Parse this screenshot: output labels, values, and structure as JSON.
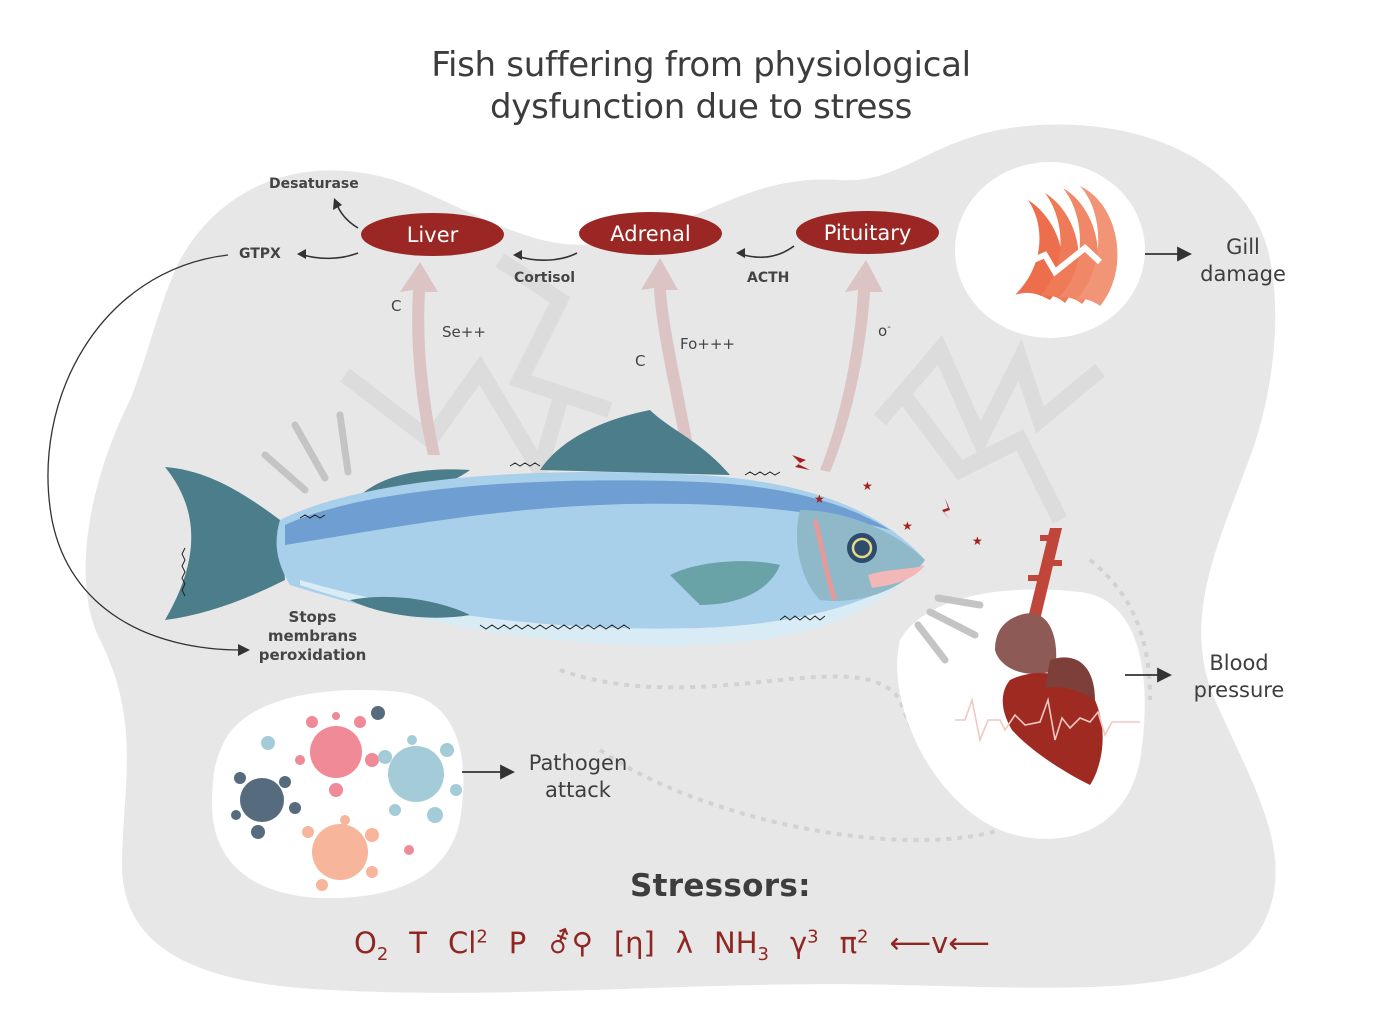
{
  "title": {
    "line1": "Fish suffering from physiological",
    "line2": "dysfunction due to stress"
  },
  "colors": {
    "organ_fill": "#9b2724",
    "background_blob": "#e7e7e7",
    "stressor_text": "#8f2622",
    "text_dark": "#3c3c3c",
    "hormone_arrow": "#d9bfbf",
    "fish_body": "#a9d0ea",
    "fish_fin": "#4b7d8a",
    "gill": "#ec6e4c",
    "heart": "#8e2a24"
  },
  "organs": [
    {
      "id": "liver",
      "label": "Liver"
    },
    {
      "id": "adrenal",
      "label": "Adrenal"
    },
    {
      "id": "pituitary",
      "label": "Pituitary"
    }
  ],
  "pathway_labels": {
    "desaturase": "Desaturase",
    "gtpx": "GTPX",
    "cortisol": "Cortisol",
    "acth": "ACTH"
  },
  "element_labels": {
    "liver_c": "C",
    "liver_se": "Se++",
    "adrenal_c": "C",
    "adrenal_fo": "Fo+++",
    "pituitary_o": "o",
    "pituitary_o_sup": "-"
  },
  "notes": {
    "stops_line1": "Stops",
    "stops_line2": "membrans",
    "stops_line3": "peroxidation"
  },
  "effects": {
    "gill_line1": "Gill",
    "gill_line2": "damage",
    "blood_line1": "Blood",
    "blood_line2": "pressure",
    "pathogen_line1": "Pathogen",
    "pathogen_line2": "attack"
  },
  "icons": {
    "gill": "gill-icon",
    "heart": "heart-icon",
    "virus": "virus-icon",
    "fish": "fish-illustration",
    "lightning": "lightning-icon",
    "star": "star-icon"
  },
  "stressors": {
    "title": "Stressors:",
    "items": [
      {
        "base": "O",
        "sub": "2",
        "sup": ""
      },
      {
        "base": "T",
        "sub": "",
        "sup": ""
      },
      {
        "base": "Cl",
        "sub": "",
        "sup": "2"
      },
      {
        "base": "P",
        "sub": "",
        "sup": ""
      },
      {
        "base": "⚦⚲",
        "sub": "",
        "sup": ""
      },
      {
        "base": "[η]",
        "sub": "",
        "sup": ""
      },
      {
        "base": "λ",
        "sub": "",
        "sup": ""
      },
      {
        "base": "NH",
        "sub": "3",
        "sup": ""
      },
      {
        "base": "γ",
        "sub": "",
        "sup": "3"
      },
      {
        "base": "π",
        "sub": "",
        "sup": "2"
      },
      {
        "base": "⟵v⟵",
        "sub": "",
        "sup": ""
      }
    ]
  }
}
